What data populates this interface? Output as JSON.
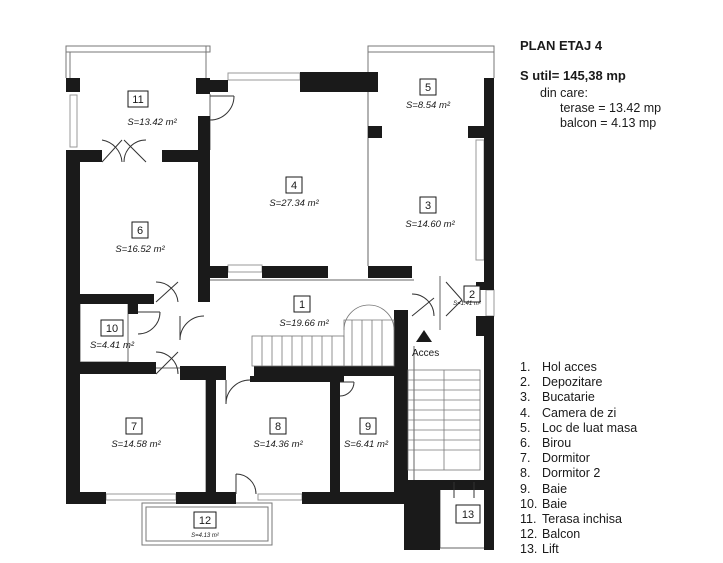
{
  "plan": {
    "title": "PLAN ETAJ 4",
    "total_area": "S util= 145,38 mp",
    "din_care": "din care:",
    "terase": "terase = 13.42 mp",
    "balcon": "balcon = 4.13 mp",
    "acces_label": "Acces"
  },
  "rooms": [
    {
      "num": "1",
      "area": "S=19.66 m²"
    },
    {
      "num": "2",
      "area": "S=1.41 m²"
    },
    {
      "num": "3",
      "area": "S=14.60 m²"
    },
    {
      "num": "4",
      "area": "S=27.34 m²"
    },
    {
      "num": "5",
      "area": "S=8.54 m²"
    },
    {
      "num": "6",
      "area": "S=16.52 m²"
    },
    {
      "num": "7",
      "area": "S=14.58 m²"
    },
    {
      "num": "8",
      "area": "S=14.36 m²"
    },
    {
      "num": "9",
      "area": "S=6.41 m²"
    },
    {
      "num": "10",
      "area": "S=4.41 m²"
    },
    {
      "num": "11",
      "area": "S=13.42 m²"
    },
    {
      "num": "12",
      "area": "S=4.13 m²"
    },
    {
      "num": "13",
      "area": ""
    }
  ],
  "legend": [
    {
      "n": "1.",
      "label": "Hol acces"
    },
    {
      "n": "2.",
      "label": "Depozitare"
    },
    {
      "n": "3.",
      "label": "Bucatarie"
    },
    {
      "n": "4.",
      "label": "Camera de zi"
    },
    {
      "n": "5.",
      "label": "Loc de luat masa"
    },
    {
      "n": "6.",
      "label": "Birou"
    },
    {
      "n": "7.",
      "label": "Dormitor"
    },
    {
      "n": "8.",
      "label": "Dormitor 2"
    },
    {
      "n": "9.",
      "label": "Baie"
    },
    {
      "n": "10.",
      "label": "Baie"
    },
    {
      "n": "11.",
      "label": "Terasa inchisa"
    },
    {
      "n": "12.",
      "label": "Balcon"
    },
    {
      "n": "13.",
      "label": "Lift"
    }
  ],
  "colors": {
    "wall": "#1a1a1a",
    "thin_line": "#555555",
    "window": "#9a9a9a"
  }
}
